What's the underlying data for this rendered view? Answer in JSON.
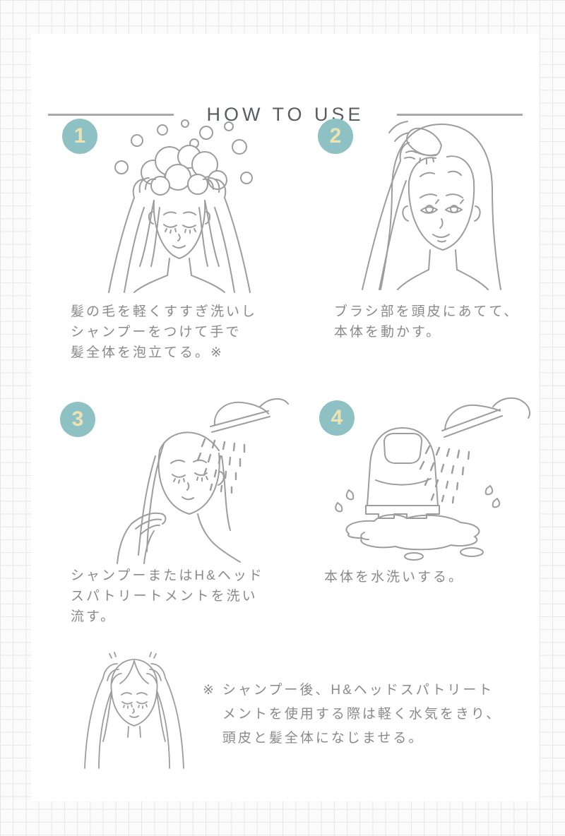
{
  "header": {
    "title": "HOW TO USE"
  },
  "steps": [
    {
      "number": "1",
      "caption": "髪の毛を軽くすすぎ洗いし\nシャンプーをつけて手で\n髪全体を泡立てる。※"
    },
    {
      "number": "2",
      "caption": "ブラシ部を頭皮にあてて、\n本体を動かす。"
    },
    {
      "number": "3",
      "caption": "シャンプーまたはH&ヘッド\nスパトリートメントを洗い\n流す。"
    },
    {
      "number": "4",
      "caption": "本体を水洗いする。"
    }
  ],
  "note": {
    "marker": "※",
    "text": "シャンプー後、H&ヘッドスパトリート\nメントを使用する際は軽く水気をきり、\n頭皮と髪全体になじませる。"
  },
  "colors": {
    "badge_teal": "#8ec1c3",
    "badge_number_cream": "#ece3b3",
    "line_art_gray": "#9d9d9d",
    "caption_gray": "#8a8a8a",
    "title_gray": "#595d60",
    "header_rule_gray": "#a9a9a9",
    "grid_line": "#e6e6e6",
    "card_white": "#ffffff"
  }
}
